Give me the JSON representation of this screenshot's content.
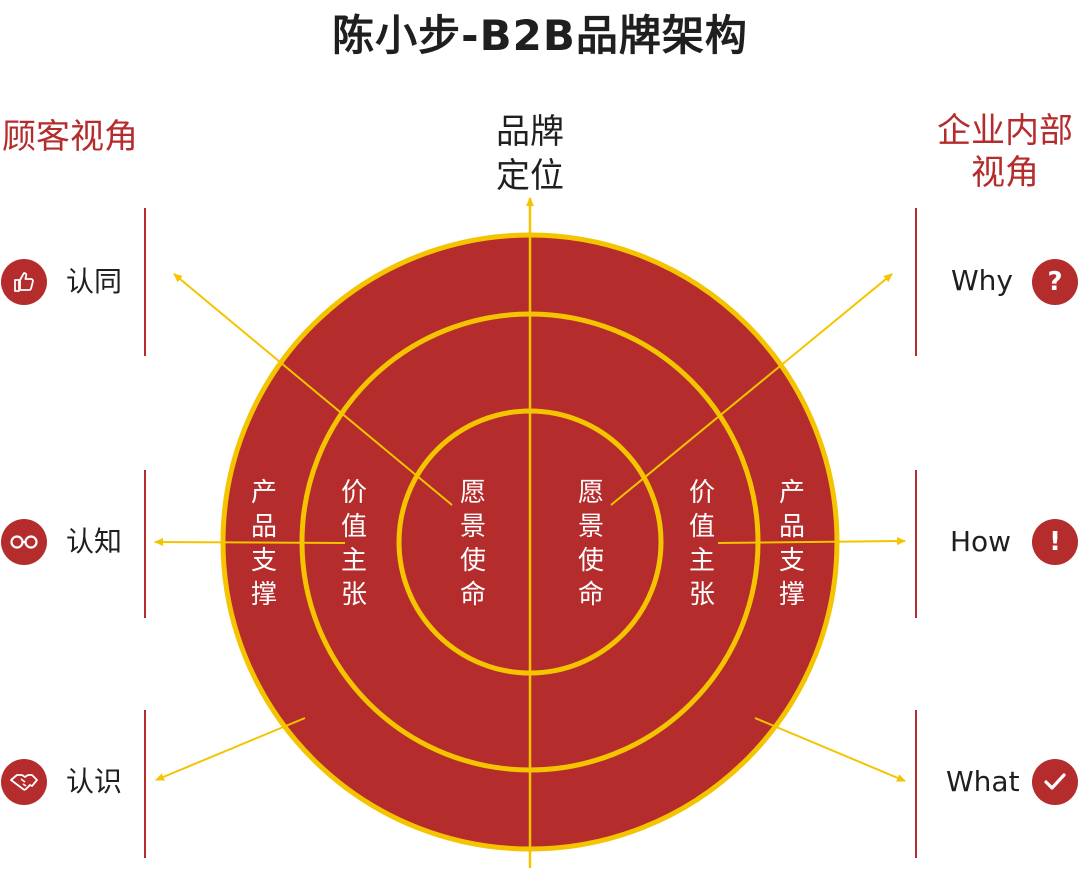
{
  "title": "陈小步-B2B品牌架构",
  "left_heading": "顾客视角",
  "right_heading_line1": "企业内部",
  "right_heading_line2": "视角",
  "top_label_line1": "品牌",
  "top_label_line2": "定位",
  "left_items": [
    {
      "label": "认同",
      "icon": "thumbs-up-icon"
    },
    {
      "label": "认知",
      "icon": "glasses-icon"
    },
    {
      "label": "认识",
      "icon": "handshake-icon"
    }
  ],
  "right_items": [
    {
      "label": "Why",
      "icon": "question-icon"
    },
    {
      "label": "How",
      "icon": "exclamation-icon"
    },
    {
      "label": "What",
      "icon": "checkmark-icon"
    }
  ],
  "rings": {
    "outer": "产品支撑",
    "middle": "价值主张",
    "inner": "愿景使命"
  },
  "colors": {
    "brand_red": "#b52c2d",
    "accent_yellow": "#f5c400",
    "text_dark": "#1f1f1f"
  }
}
